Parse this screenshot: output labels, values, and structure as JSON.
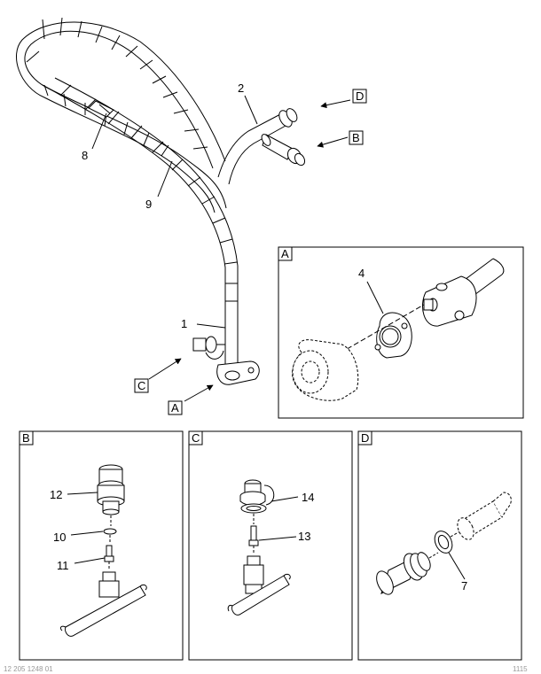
{
  "callouts": {
    "p1": "1",
    "p2": "2",
    "p4": "4",
    "p7": "7",
    "p8": "8",
    "p9": "9",
    "p10": "10",
    "p11": "11",
    "p12": "12",
    "p13": "13",
    "p14": "14"
  },
  "view_letters": {
    "a": "A",
    "b": "B",
    "c": "C",
    "d": "D"
  },
  "footer": {
    "left": "12 205 1248 01",
    "right": "1115"
  }
}
